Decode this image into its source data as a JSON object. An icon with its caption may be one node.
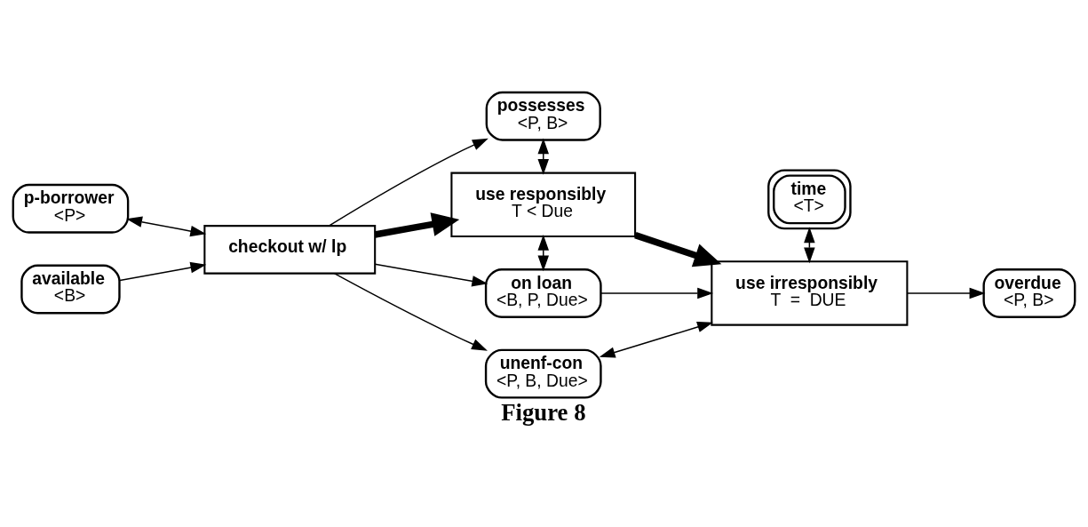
{
  "diagram": {
    "caption": "Figure 8",
    "nodes": [
      {
        "text": [
          "p-borrower",
          "<P>"
        ]
      },
      {
        "text": [
          "possesses",
          "<P, B>"
        ]
      },
      {
        "text": [
          "time",
          "<T>"
        ]
      },
      {
        "text": [
          "checkout w/ lp"
        ]
      },
      {
        "text": [
          "use responsibly",
          "T < Due"
        ]
      },
      {
        "text": [
          "use irresponsibly",
          "T  =  DUE"
        ]
      },
      {
        "text": [
          "available",
          "<B>"
        ]
      },
      {
        "text": [
          "on loan",
          "<B, P, Due>"
        ]
      },
      {
        "text": [
          "overdue",
          "<P, B>"
        ]
      },
      {
        "text": [
          "unenf-con",
          "<P, B, Due>"
        ]
      }
    ],
    "edges": [
      {
        "from": 0,
        "to": 3,
        "arrow": "both"
      },
      {
        "from": 6,
        "to": 3,
        "arrow": "to"
      },
      {
        "from": 3,
        "to": 1,
        "arrow": "to"
      },
      {
        "from": 3,
        "to": 4,
        "arrow": "to",
        "style": "thick"
      },
      {
        "from": 3,
        "to": 7,
        "arrow": "to"
      },
      {
        "from": 3,
        "to": 9,
        "arrow": "to"
      },
      {
        "from": 1,
        "to": 4,
        "arrow": "both"
      },
      {
        "from": 4,
        "to": 7,
        "arrow": "both"
      },
      {
        "from": 4,
        "to": 5,
        "arrow": "to",
        "style": "thick"
      },
      {
        "from": 7,
        "to": 5,
        "arrow": "to"
      },
      {
        "from": 9,
        "to": 5,
        "arrow": "both"
      },
      {
        "from": 2,
        "to": 5,
        "arrow": "both"
      },
      {
        "from": 5,
        "to": 8,
        "arrow": "to"
      }
    ]
  }
}
